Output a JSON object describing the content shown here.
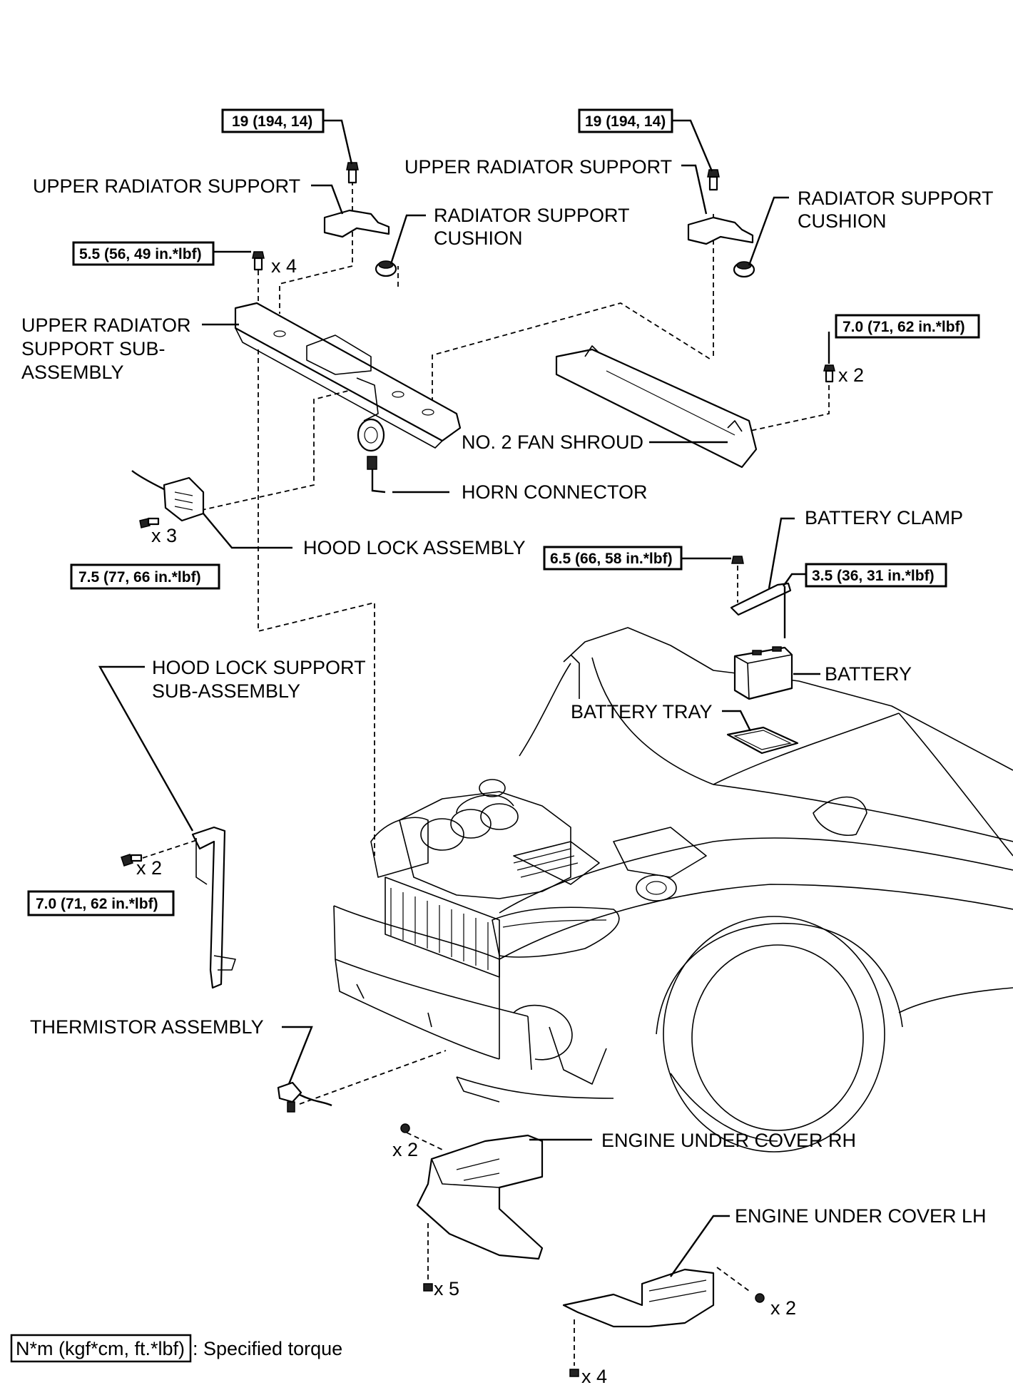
{
  "labels": {
    "upper_radiator_support_left": "UPPER RADIATOR SUPPORT",
    "radiator_support_cushion_left_1": "RADIATOR SUPPORT",
    "radiator_support_cushion_left_2": "CUSHION",
    "upper_radiator_support_right": "UPPER RADIATOR SUPPORT",
    "radiator_support_cushion_right_1": "RADIATOR SUPPORT",
    "radiator_support_cushion_right_2": "CUSHION",
    "upper_radiator_support_sub_1": "UPPER RADIATOR",
    "upper_radiator_support_sub_2": "SUPPORT SUB-",
    "upper_radiator_support_sub_3": "ASSEMBLY",
    "no2_fan_shroud": "NO. 2 FAN SHROUD",
    "horn_connector": "HORN CONNECTOR",
    "hood_lock_assembly": "HOOD LOCK ASSEMBLY",
    "battery_clamp": "BATTERY CLAMP",
    "battery": "BATTERY",
    "battery_tray": "BATTERY TRAY",
    "hood_lock_support_1": "HOOD LOCK SUPPORT",
    "hood_lock_support_2": "SUB-ASSEMBLY",
    "thermistor_assembly": "THERMISTOR ASSEMBLY",
    "engine_under_cover_rh": "ENGINE UNDER COVER RH",
    "engine_under_cover_lh": "ENGINE UNDER COVER LH"
  },
  "torques": {
    "upper_support_left": "19 (194, 14)",
    "upper_support_right": "19 (194, 14)",
    "sub_assembly_bolts": "5.5 (56, 49 in.*lbf)",
    "fan_shroud_bolts": "7.0 (71, 62 in.*lbf)",
    "hood_lock_bolts": "7.5 (77, 66 in.*lbf)",
    "battery_clamp_bolt": "6.5 (66, 58 in.*lbf)",
    "battery_clamp_nut": "3.5 (36, 31 in.*lbf)",
    "hood_lock_support_bolts": "7.0 (71, 62 in.*lbf)"
  },
  "quantities": {
    "sub_assembly": "x 4",
    "fan_shroud": "x 2",
    "hood_lock": "x 3",
    "hood_lock_support": "x 2",
    "cover_rh_top": "x 2",
    "cover_rh_bottom": "x 5",
    "cover_lh_side": "x 2",
    "cover_lh_bottom": "x 4"
  },
  "legend": {
    "unit": "N*m (kgf*cm, ft.*lbf)",
    "text": ": Specified torque"
  }
}
